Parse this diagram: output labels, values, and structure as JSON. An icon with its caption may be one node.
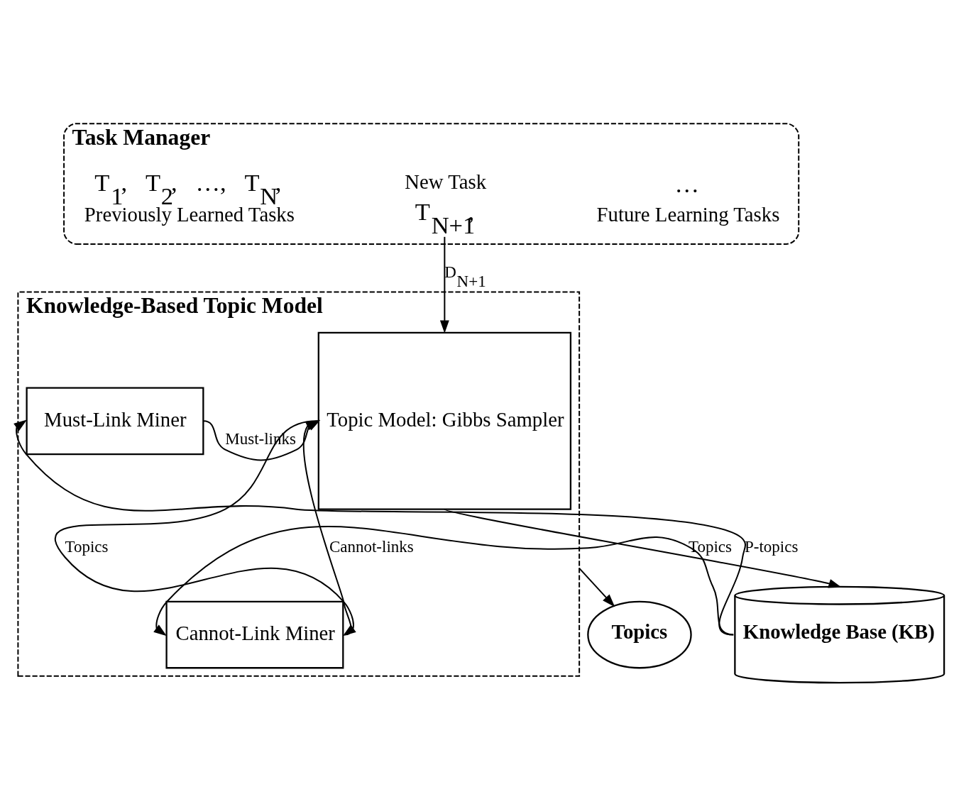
{
  "diagram": {
    "nodes": [
      {
        "text": [
          "Task Manager"
        ]
      },
      {
        "text": [
          "T$_{1}$,   T$_{2}$,   …,   T$_{N}$,"
        ],
        "beside": [
          "Previously Learned Tasks"
        ],
        "in": 0
      },
      {
        "text": [
          "T$_{N+1}$,"
        ],
        "beside": [
          "New Task"
        ],
        "in": 0
      },
      {
        "text": [
          "…"
        ],
        "beside": [
          "Future Learning Tasks"
        ],
        "in": 0
      },
      {
        "text": [
          "Knowledge-Based Topic Model"
        ]
      },
      {
        "text": [
          "Must-Link Miner"
        ],
        "in": 4
      },
      {
        "text": [
          "Cannot-Link Miner"
        ],
        "in": 4
      },
      {
        "text": [
          "Topic Model: Gibbs Sampler"
        ],
        "in": 4
      },
      {
        "text": [
          "Topics"
        ]
      },
      {
        "text": [
          "Knowledge Base (KB)"
        ]
      }
    ],
    "edges": [
      {
        "from": 2,
        "to": 7,
        "arrow": "to",
        "label": "D$_{N+1}$"
      },
      {
        "from": 5,
        "to": 7,
        "arrow": "to",
        "label": "Must-links"
      },
      {
        "from": 7,
        "to": 6,
        "arrow": "to",
        "label": "Topics"
      },
      {
        "from": 6,
        "to": 7,
        "arrow": "to",
        "label": "Cannot-links"
      },
      {
        "from": 4,
        "to": 8,
        "arrow": "to"
      },
      {
        "from": 7,
        "to": 9,
        "arrow": "to",
        "label": "Topics"
      },
      {
        "from": 9,
        "to": 5,
        "arrow": "to",
        "label": "P-topics"
      },
      {
        "from": 9,
        "to": 6,
        "arrow": "to"
      }
    ]
  }
}
